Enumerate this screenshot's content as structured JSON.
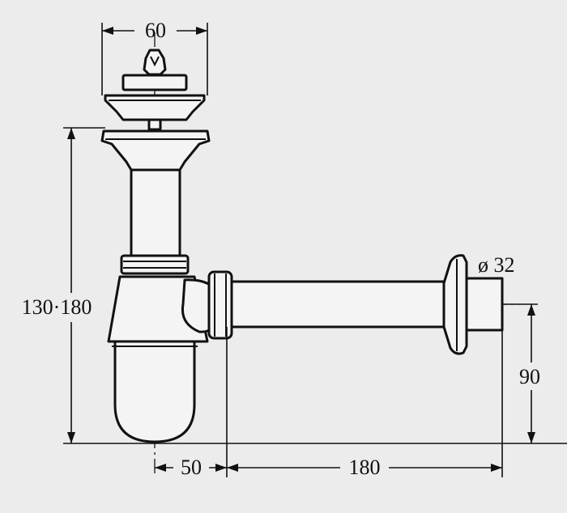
{
  "background": "#ececec",
  "line_color": "#111111",
  "dimensions": {
    "width_top": "60",
    "height_range": "130·180",
    "pipe_diameter": "ø 32",
    "outlet_height": "90",
    "offset": "50",
    "outlet_length": "180"
  }
}
